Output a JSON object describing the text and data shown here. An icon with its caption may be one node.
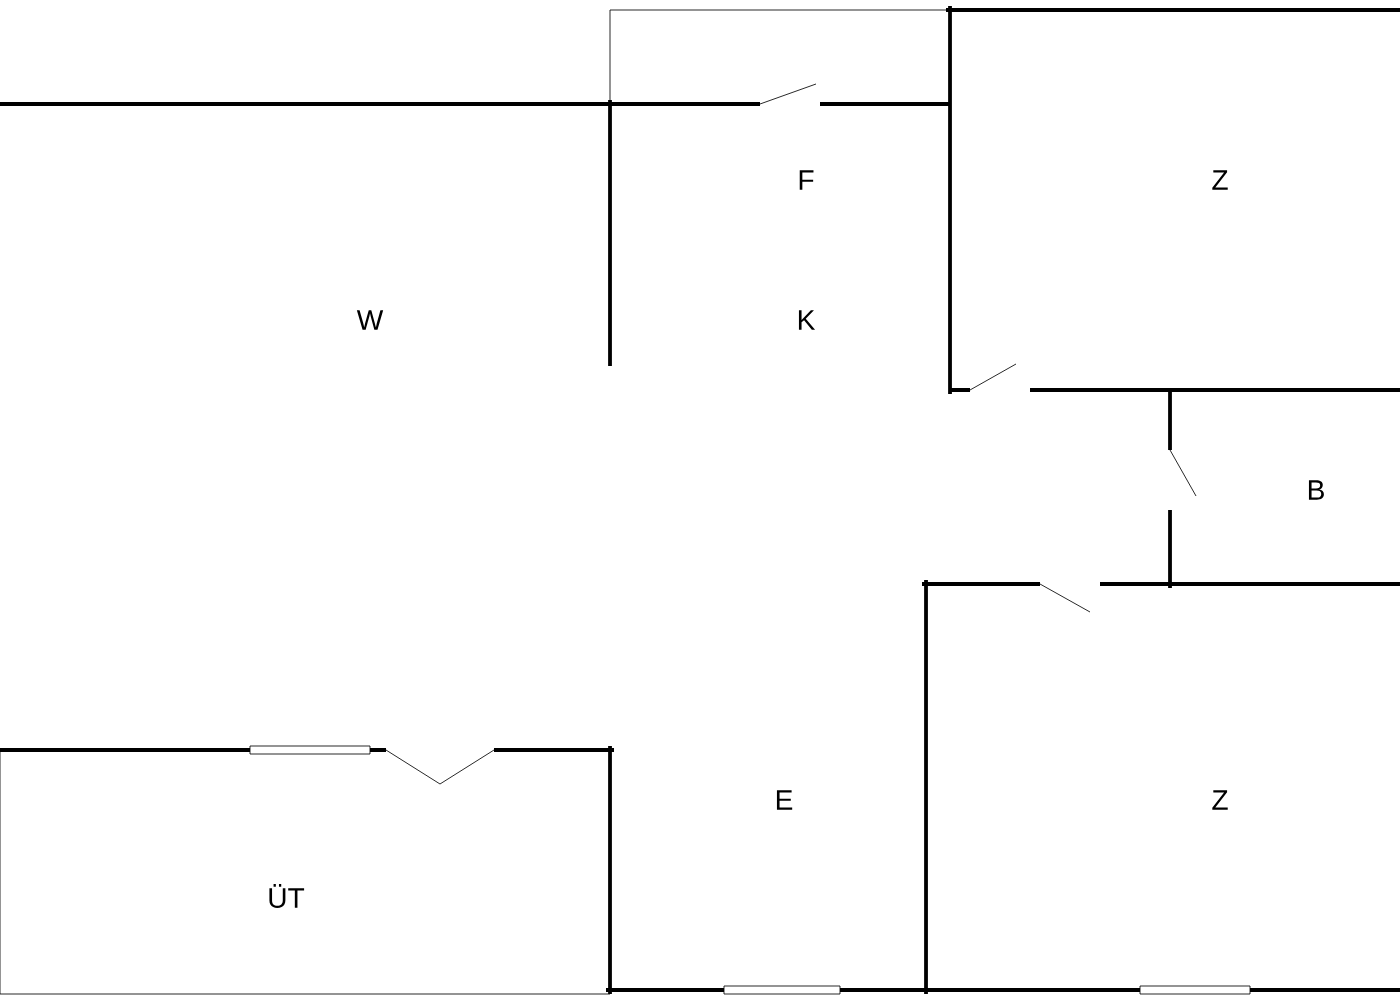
{
  "diagram": {
    "labels": [
      "F",
      "Z",
      "W",
      "K",
      "B",
      "E",
      "Z",
      "ÜT"
    ]
  }
}
